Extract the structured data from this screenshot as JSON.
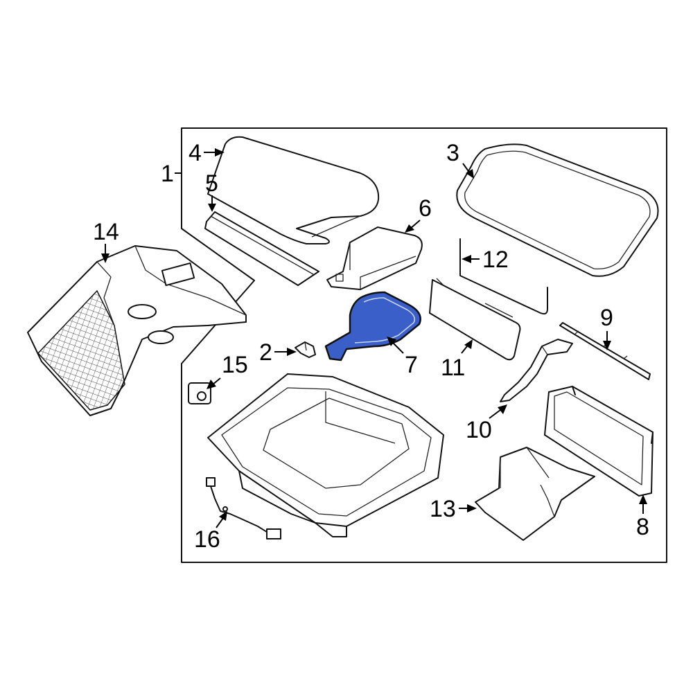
{
  "diagram": {
    "highlight_color": "#3a5fc8",
    "callouts": [
      {
        "id": "1",
        "label": "1"
      },
      {
        "id": "2",
        "label": "2"
      },
      {
        "id": "3",
        "label": "3"
      },
      {
        "id": "4",
        "label": "4"
      },
      {
        "id": "5",
        "label": "5"
      },
      {
        "id": "6",
        "label": "6"
      },
      {
        "id": "7",
        "label": "7"
      },
      {
        "id": "8",
        "label": "8"
      },
      {
        "id": "9",
        "label": "9"
      },
      {
        "id": "10",
        "label": "10"
      },
      {
        "id": "11",
        "label": "11"
      },
      {
        "id": "12",
        "label": "12"
      },
      {
        "id": "13",
        "label": "13"
      },
      {
        "id": "14",
        "label": "14"
      },
      {
        "id": "15",
        "label": "15"
      },
      {
        "id": "16",
        "label": "16"
      }
    ],
    "highlighted_part": "7"
  }
}
